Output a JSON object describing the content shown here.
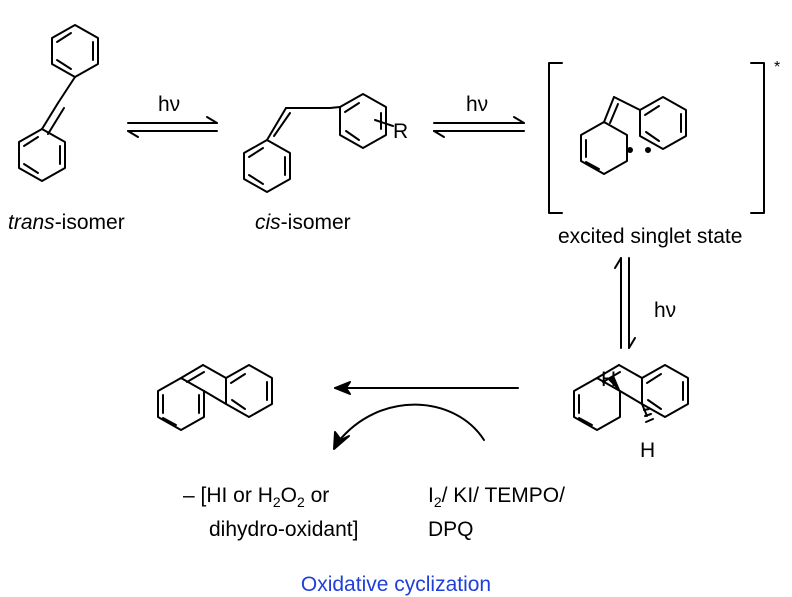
{
  "labels": {
    "trans_prefix": "trans",
    "trans_suffix": "-isomer",
    "cis_prefix": "cis",
    "cis_suffix": "-isomer",
    "excited_state": "excited singlet state",
    "excited_marker": "*",
    "hv": "hν",
    "substituent": "R",
    "hydrogen": "H",
    "byproduct_line1_a": "– [HI or H",
    "byproduct_sub_a": "2",
    "byproduct_mid": "O",
    "byproduct_sub_b": "2",
    "byproduct_line1_b": " or",
    "byproduct_line2": "dihydro-oxidant]",
    "oxidant_i": "I",
    "oxidant_sub": "2",
    "oxidant_rest": "/ KI/ TEMPO/",
    "oxidant_line2": "DPQ"
  },
  "caption": "Oxidative cyclization",
  "colors": {
    "caption": "#1f3fd8",
    "structure": "#000000"
  }
}
